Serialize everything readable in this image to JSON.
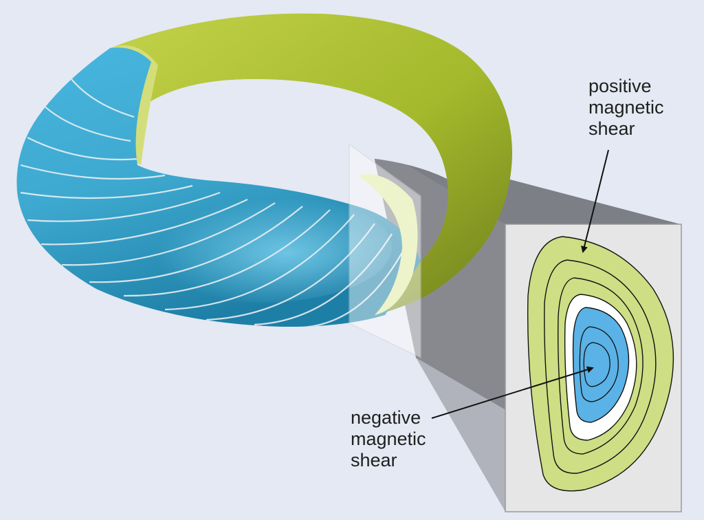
{
  "labels": {
    "positive_shear": [
      "positive",
      "magnetic",
      "shear"
    ],
    "negative_shear": [
      "negative",
      "magnetic",
      "shear"
    ]
  },
  "colors": {
    "background": "#e4e9f3",
    "outer_torus": "#a4b92c",
    "inner_plasma": "#3ea9d0",
    "field_lines": "#e8eef2",
    "cross_section_panel": "#e6e6e6",
    "positive_shear_region": "#cdde84",
    "negative_shear_region": "#5ab2e6",
    "projection_shadow": "#7d7f86"
  },
  "icons": {
    "pointer_positive": "arrow-icon",
    "pointer_negative": "arrow-icon"
  }
}
